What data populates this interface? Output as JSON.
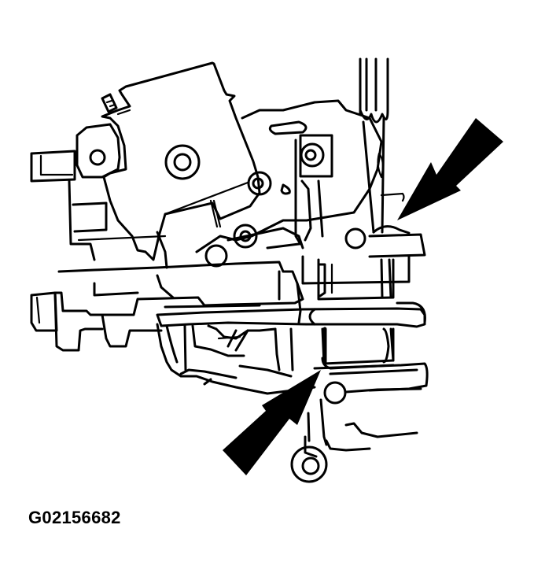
{
  "figure": {
    "id_label": "G02156682",
    "subject": "valve body / shift lever assembly line drawing",
    "callouts": [
      {
        "name": "upper-right-arrow",
        "points_to": "seal / retainer at top of shaft",
        "color": "#000000"
      },
      {
        "name": "lower-left-arrow",
        "points_to": "lower spring / retainer",
        "color": "#000000"
      }
    ],
    "colors": {
      "line": "#000000",
      "background": "#ffffff"
    }
  }
}
